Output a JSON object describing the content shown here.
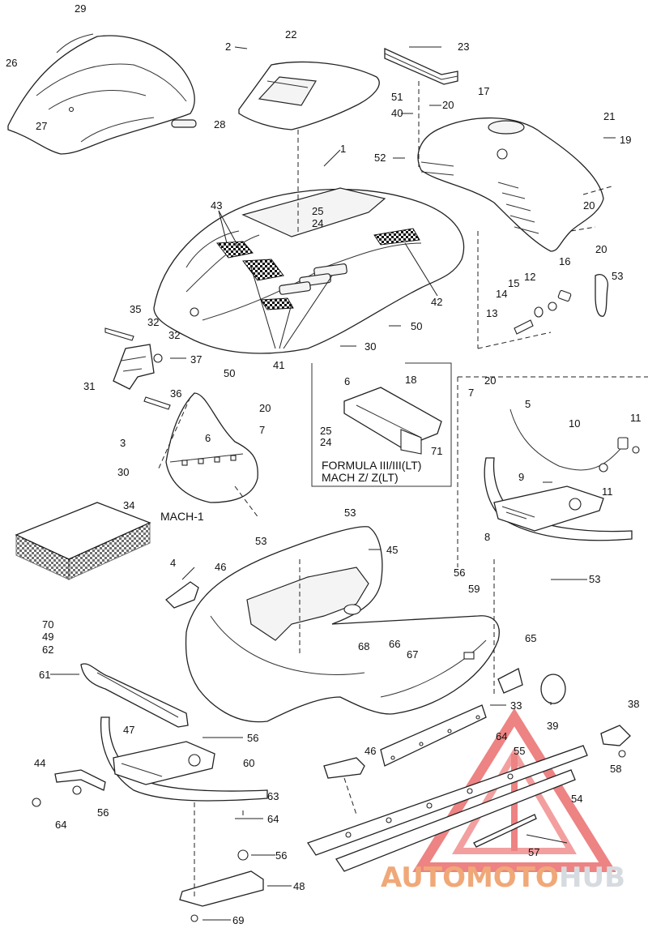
{
  "diagram": {
    "callouts": [
      "29",
      "26",
      "27",
      "28",
      "2",
      "22",
      "23",
      "17",
      "51",
      "40",
      "20",
      "52",
      "21",
      "19",
      "1",
      "25",
      "24",
      "43",
      "20",
      "20",
      "16",
      "53",
      "12",
      "15",
      "14",
      "13",
      "35",
      "32",
      "32",
      "37",
      "31",
      "41",
      "42",
      "50",
      "30",
      "50",
      "6",
      "18",
      "36",
      "20",
      "7",
      "3",
      "6",
      "30",
      "25",
      "24",
      "71",
      "20",
      "7",
      "5",
      "10",
      "11",
      "9",
      "11",
      "8",
      "34",
      "53",
      "53",
      "45",
      "4",
      "46",
      "56",
      "59",
      "53",
      "70",
      "49",
      "62",
      "61",
      "68",
      "66",
      "67",
      "65",
      "33",
      "39",
      "38",
      "47",
      "56",
      "64",
      "55",
      "60",
      "46",
      "44",
      "63",
      "54",
      "56",
      "64",
      "58",
      "64",
      "57",
      "56",
      "48",
      "69"
    ],
    "variant_labels": {
      "mach1": "MACH-1",
      "formula_line1": "FORMULA III/III(LT)",
      "formula_line2": "MACH Z/ Z(LT)"
    }
  },
  "watermark": {
    "word_a": "AUTOMOTO",
    "word_b": "HUB",
    "color_a": "#f0a878",
    "color_b": "#d6dbe0",
    "triangle_color": "#e85a5a"
  }
}
